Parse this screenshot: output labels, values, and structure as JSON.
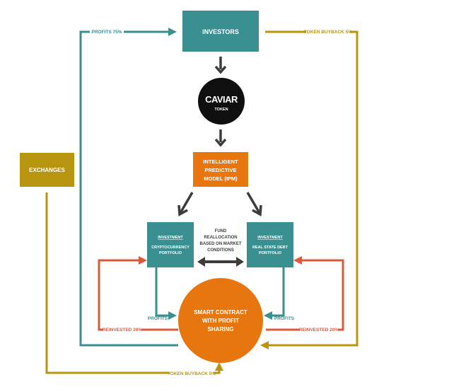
{
  "colors": {
    "teal": "#3a8f91",
    "orange": "#e8760e",
    "gold": "#b8950e",
    "red": "#db5a3c",
    "dark": "#3c3c3c",
    "black": "#0f0f0f",
    "white": "#ffffff"
  },
  "nodes": {
    "investors": {
      "label": "INVESTORS"
    },
    "token": {
      "logo_text": "CAVIAR",
      "label": "TOKEN"
    },
    "ipm": {
      "line1": "INTELLIGENT",
      "line2": "PREDICTIVE",
      "line3": "MODEL (IPM)"
    },
    "exchanges": {
      "label": "EXCHANGES"
    },
    "crypto": {
      "heading": "INVESTMENT",
      "line1": "CRYPTOCURRENCY",
      "line2": "PORTFOLIO"
    },
    "realestate": {
      "heading": "INVESTMENT",
      "line1": "REAL STATE DEBT",
      "line2": "PORTFOLIO"
    },
    "contract": {
      "line1": "SMART CONTRACT",
      "line2": "WITH PROFIT",
      "line3": "SHARING"
    }
  },
  "labels": {
    "profits_75": "PROFITS 75%",
    "token_buyback_top": "TOKEN BUYBACK 5%",
    "token_buyback_bottom": "TOKEN BUYBACK 5%",
    "fund_line1": "FUND",
    "fund_line2": "REALLOCATION",
    "fund_line3": "BASED ON MARKET",
    "fund_line4": "CONDITIONS",
    "profits_left": "PROFITS",
    "profits_right": "PROFITS",
    "reinvested_left": "REINVESTED 20%",
    "reinvested_right": "REINVESTED 20%"
  }
}
